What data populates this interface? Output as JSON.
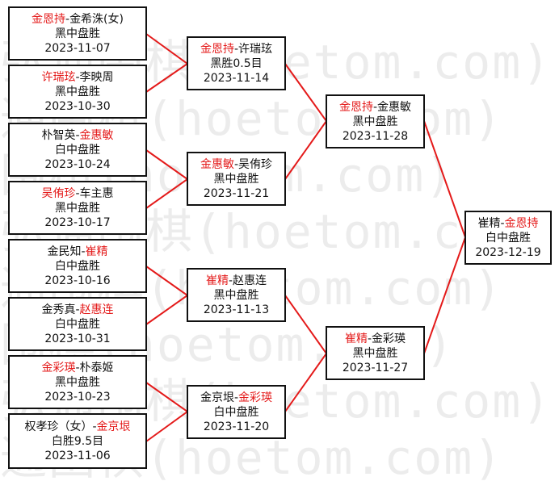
{
  "watermark": "弘通围棋(hoetom.com)",
  "matches": [
    {
      "id": "r1-1",
      "p1": "金恩持",
      "sep": "-",
      "p2": "金希洙(女)",
      "winner": 1,
      "result": "黑中盘胜",
      "date": "2023-11-07"
    },
    {
      "id": "r1-2",
      "p1": "许瑞玹",
      "sep": "-",
      "p2": "李映周",
      "winner": 1,
      "result": "黑中盘胜",
      "date": "2023-10-30"
    },
    {
      "id": "r1-3",
      "p1": "朴智英",
      "sep": "-",
      "p2": "金惠敏",
      "winner": 2,
      "result": "白中盘胜",
      "date": "2023-10-24"
    },
    {
      "id": "r1-4",
      "p1": "吴侑珍",
      "sep": "-",
      "p2": "车主惠",
      "winner": 1,
      "result": "黑中盘胜",
      "date": "2023-10-17"
    },
    {
      "id": "r1-5",
      "p1": "金民知",
      "sep": "-",
      "p2": "崔精",
      "winner": 2,
      "result": "白中盘胜",
      "date": "2023-10-16"
    },
    {
      "id": "r1-6",
      "p1": "金秀真",
      "sep": "-",
      "p2": "赵惠连",
      "winner": 2,
      "result": "白中盘胜",
      "date": "2023-10-31"
    },
    {
      "id": "r1-7",
      "p1": "金彩瑛",
      "sep": "-",
      "p2": "朴泰姬",
      "winner": 1,
      "result": "黑中盘胜",
      "date": "2023-10-23"
    },
    {
      "id": "r1-8",
      "p1": "权孝珍（女）",
      "sep": "-",
      "p2": "金京垠",
      "winner": 2,
      "result": "白胜9.5目",
      "date": "2023-11-06"
    },
    {
      "id": "r2-1",
      "p1": "金恩持",
      "sep": "-",
      "p2": "许瑞玹",
      "winner": 1,
      "result": "黑胜0.5目",
      "date": "2023-11-14"
    },
    {
      "id": "r2-2",
      "p1": "金惠敏",
      "sep": "-",
      "p2": "吴侑珍",
      "winner": 1,
      "result": "黑中盘胜",
      "date": "2023-11-21"
    },
    {
      "id": "r2-3",
      "p1": "崔精",
      "sep": "-",
      "p2": "赵惠连",
      "winner": 1,
      "result": "黑中盘胜",
      "date": "2023-11-13"
    },
    {
      "id": "r2-4",
      "p1": "金京垠",
      "sep": "-",
      "p2": "金彩瑛",
      "winner": 2,
      "result": "白中盘胜",
      "date": "2023-11-20"
    },
    {
      "id": "r3-1",
      "p1": "金恩持",
      "sep": "-",
      "p2": "金惠敏",
      "winner": 1,
      "result": "黑中盘胜",
      "date": "2023-11-28"
    },
    {
      "id": "r3-2",
      "p1": "崔精",
      "sep": "-",
      "p2": "金彩瑛",
      "winner": 1,
      "result": "黑中盘胜",
      "date": "2023-11-27"
    },
    {
      "id": "final",
      "p1": "崔精",
      "sep": "-",
      "p2": "金恩持",
      "winner": 2,
      "result": "白中盘胜",
      "date": "2023-12-19"
    }
  ],
  "colors": {
    "winner": "#e41a1a",
    "text": "#111111",
    "connector": "#e41a1a",
    "border": "#111111"
  }
}
